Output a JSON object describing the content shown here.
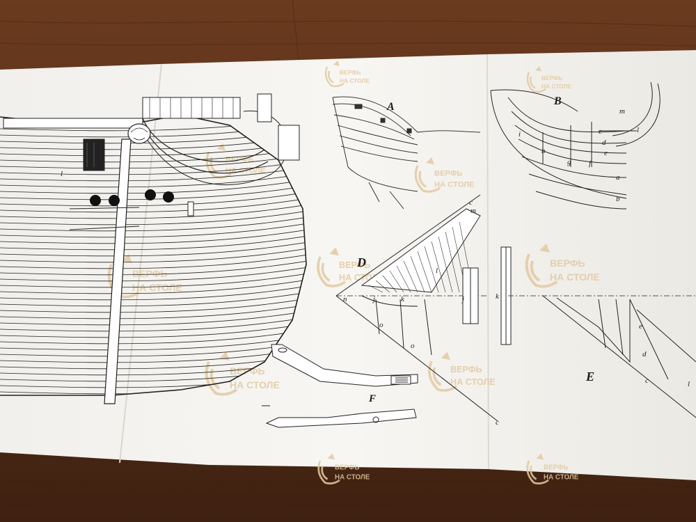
{
  "sheet": {
    "panels": [
      {
        "id": "A",
        "label": "A"
      },
      {
        "id": "B",
        "label": "B"
      },
      {
        "id": "D",
        "label": "D"
      },
      {
        "id": "E",
        "label": "E"
      },
      {
        "id": "F",
        "label": "F"
      }
    ],
    "callouts": {
      "stern": [
        "l"
      ],
      "B": [
        "m",
        "c",
        "l",
        "d",
        "e",
        "i",
        "h",
        "g",
        "f",
        "a",
        "b"
      ],
      "D": [
        "c",
        "m",
        "l",
        "n",
        "j",
        "k",
        "o",
        "o",
        "c"
      ],
      "jk": [
        "j",
        "k"
      ],
      "E": [
        "e",
        "d",
        "c",
        "l"
      ]
    }
  },
  "watermark": {
    "line1": "ВЕРФЬ",
    "line2": "НА СТОЛЕ",
    "color": "#e2c9a2"
  },
  "colors": {
    "wood": "#5a2e18",
    "paper": "#f4f2ee",
    "ink": "#1f1f1f",
    "hull_fill": "#3b6f8a"
  }
}
